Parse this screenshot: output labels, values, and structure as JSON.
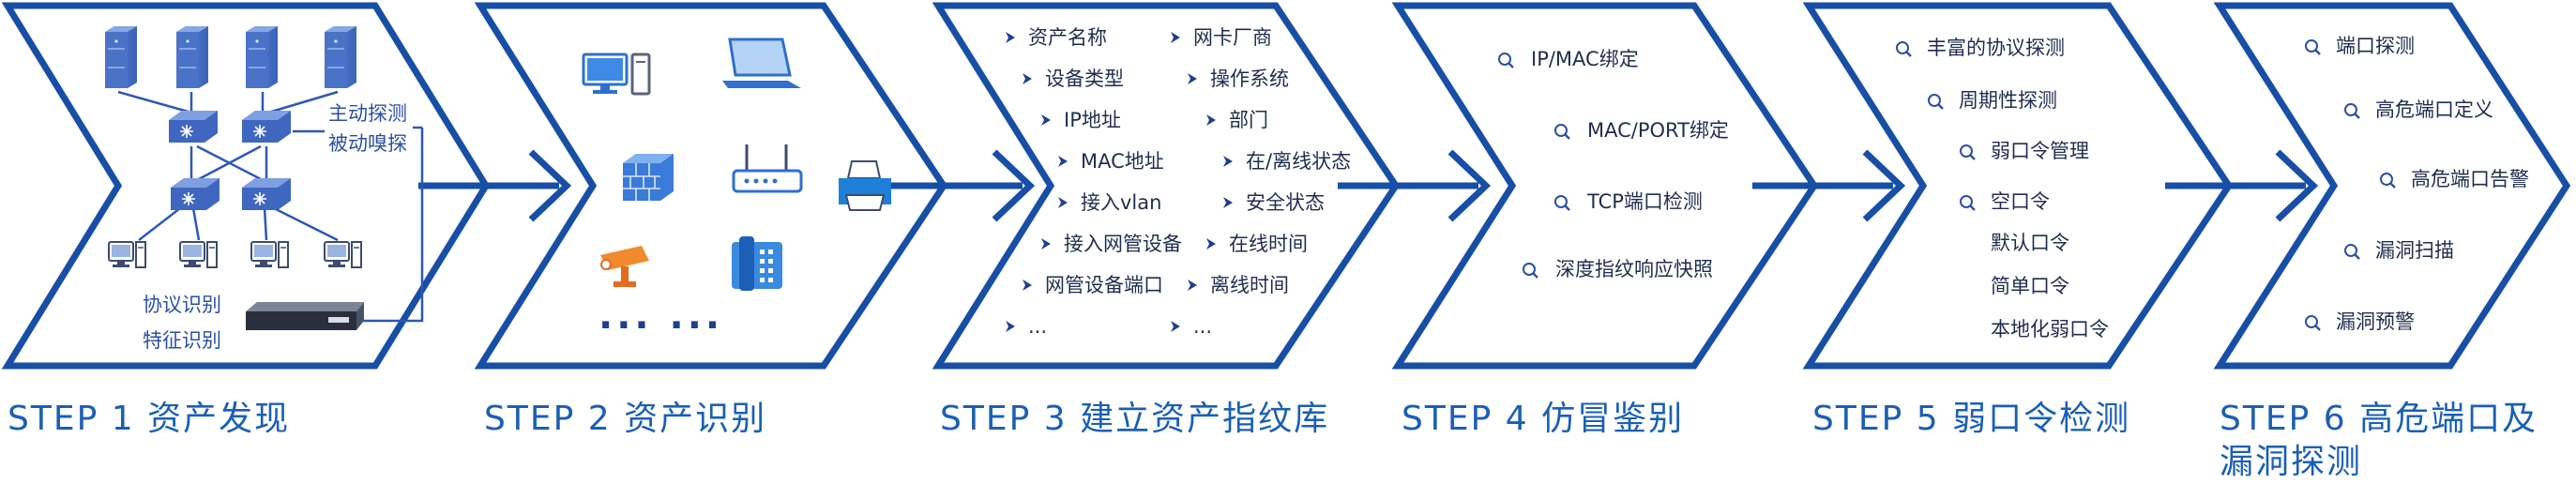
{
  "colors": {
    "accent": "#1a5fb4",
    "chevron_stroke": "#174ea6",
    "text": "#1f2d4e"
  },
  "steps": [
    {
      "label": "STEP 1 资产发现"
    },
    {
      "label": "STEP 2 资产识别"
    },
    {
      "label": "STEP 3 建立资产指纹库"
    },
    {
      "label": "STEP 4 仿冒鉴别"
    },
    {
      "label": "STEP 5 弱口令检测"
    },
    {
      "label": "STEP 6 高危端口及\n漏洞探测"
    }
  ],
  "step1": {
    "active_label": "主动探测",
    "passive_label": "被动嗅探",
    "protocol_label": "协议识别",
    "feature_label": "特征识别",
    "icons": [
      "server-icon",
      "switch-icon",
      "router-icon",
      "workstation-icon",
      "appliance-icon"
    ]
  },
  "step2": {
    "icons": [
      "desktop-pc-icon",
      "laptop-icon",
      "firewall-icon",
      "router-icon",
      "printer-icon",
      "camera-icon",
      "phone-icon"
    ],
    "ellipsis": "··· ···"
  },
  "step3": {
    "rows": [
      [
        "资产名称",
        "网卡厂商"
      ],
      [
        "设备类型",
        "操作系统"
      ],
      [
        "IP地址",
        "部门"
      ],
      [
        "MAC地址",
        "在/离线状态"
      ],
      [
        "接入vlan",
        "安全状态"
      ],
      [
        "接入网管设备",
        "在线时间"
      ],
      [
        "网管设备端口",
        "离线时间"
      ],
      [
        "...",
        "..."
      ]
    ]
  },
  "step4": {
    "items": [
      "IP/MAC绑定",
      "MAC/PORT绑定",
      "TCP端口检测",
      "深度指纹响应快照"
    ]
  },
  "step5": {
    "items": [
      "丰富的协议探测",
      "周期性探测",
      "弱口令管理",
      "空口令"
    ],
    "sub_items": [
      "默认口令",
      "简单口令",
      "本地化弱口令"
    ]
  },
  "step6": {
    "items": [
      "端口探测",
      "高危端口定义",
      "高危端口告警",
      "漏洞扫描",
      "漏洞预警"
    ]
  }
}
